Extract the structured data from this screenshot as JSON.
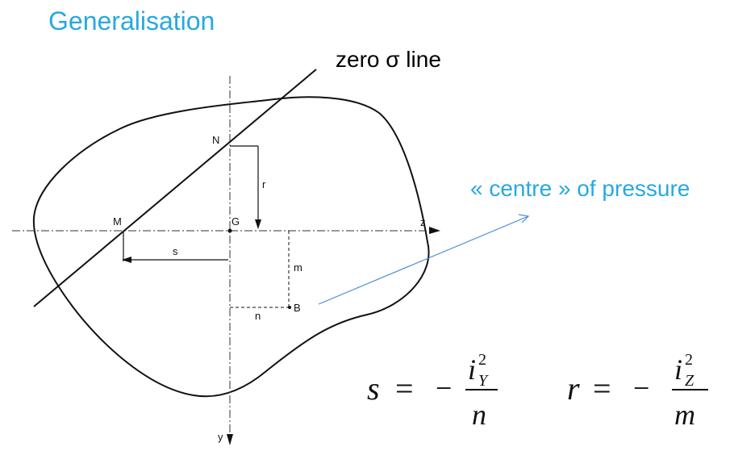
{
  "title": "Generalisation",
  "zero_line_label": "zero σ line",
  "centre_label": "« centre » of pressure",
  "points": {
    "N": "N",
    "M": "M",
    "G": "G",
    "B": "B",
    "z": "z",
    "y": "y"
  },
  "dims": {
    "r": "r",
    "s": "s",
    "m": "m",
    "n": "n"
  },
  "equations": {
    "s": {
      "lhs": "s",
      "equals": "=",
      "minus": "−",
      "num_base": "i",
      "num_sup": "2",
      "num_sub": "Y",
      "den": "n"
    },
    "r": {
      "lhs": "r",
      "equals": "=",
      "minus": "−",
      "num_base": "i",
      "num_sup": "2",
      "num_sub": "Z",
      "den": "m"
    }
  },
  "colors": {
    "accent": "#27a9e1",
    "ink": "#000000"
  }
}
